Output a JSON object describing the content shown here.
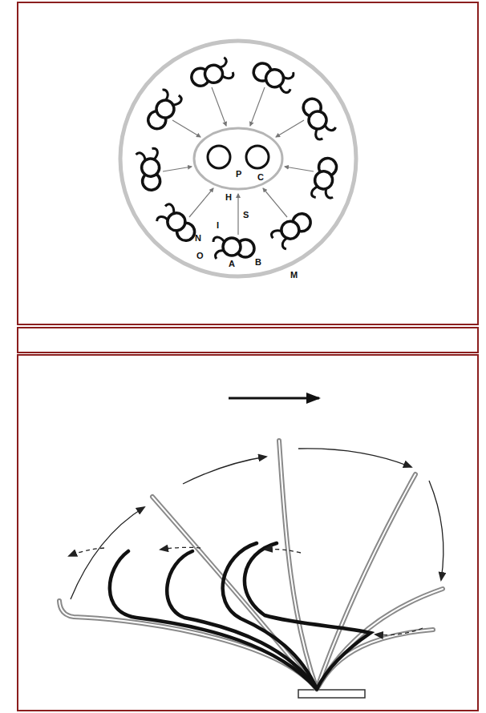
{
  "diagram": {
    "labels": [
      "P",
      "C",
      "H",
      "S",
      "I",
      "N",
      "O",
      "A",
      "B",
      "M"
    ]
  }
}
